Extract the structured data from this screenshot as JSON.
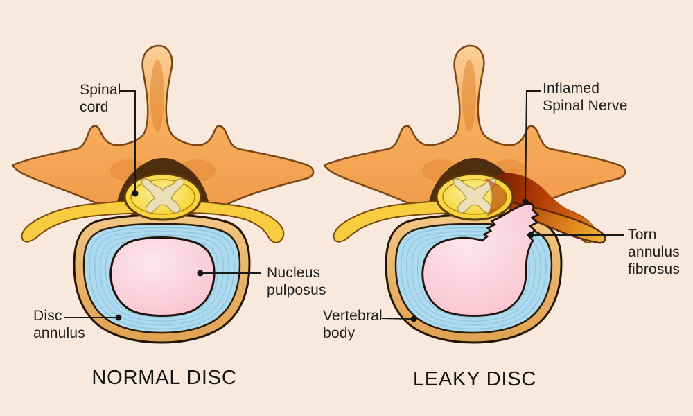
{
  "figure": {
    "type": "medical-illustration",
    "subject": "Spinal disc comparison, axial view of vertebra: normal disc vs leaky (herniated) disc"
  },
  "panels": [
    {
      "caption": "NORMAL DISC",
      "labels": [
        {
          "id": "spinal-cord",
          "lines": [
            "Spinal",
            "cord"
          ]
        },
        {
          "id": "nucleus-pulposus",
          "lines": [
            "Nucleus",
            "pulposus"
          ]
        },
        {
          "id": "disc-annulus",
          "lines": [
            "Disc",
            "annulus"
          ]
        }
      ]
    },
    {
      "caption": "LEAKY DISC",
      "labels": [
        {
          "id": "inflamed-spinal-nerve",
          "lines": [
            "Inflamed",
            "Spinal Nerve"
          ]
        },
        {
          "id": "torn-annulus-fibrosus",
          "lines": [
            "Torn",
            "annulus",
            "fibrosus"
          ]
        },
        {
          "id": "vertebral-body",
          "lines": [
            "Vertebral",
            "body"
          ]
        }
      ]
    }
  ],
  "colors": {
    "background": "#f8e9dc",
    "bone_orange": "#f6ae5c",
    "nerve_yellow": "#f7cc3f",
    "spinal_cord_yellow": "#f6d840",
    "gray_matter_cream": "#ebdfb8",
    "vertebral_body_tan": "#e6af63",
    "annulus_blue": "#addaee",
    "nucleus_pink": "#f9c9d6",
    "inflamed_red": "#b03a06",
    "outline_brown": "#241403",
    "text": "#212121"
  }
}
